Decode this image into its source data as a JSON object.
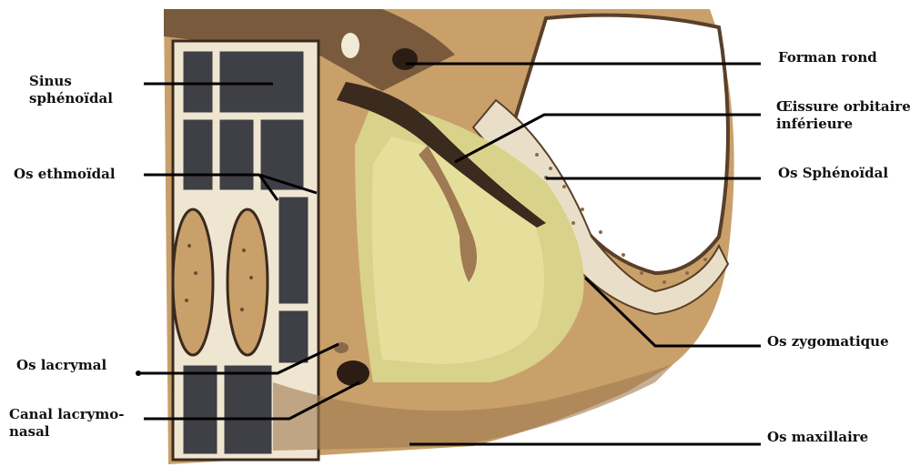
{
  "labels": {
    "sinus_sphenoidal": {
      "line1": "Sinus",
      "line2": "sphénoïdal"
    },
    "os_ethmoidal": "Os ethmoïdal",
    "os_lacrymal": "Os lacrymal",
    "canal_lacrymonasal": {
      "line1": "Canal lacrymo-",
      "line2": "nasal"
    },
    "forman_rond": "Forman rond",
    "fissure_orbitaire": {
      "line1": "Œissure orbitaire",
      "line2": "inférieure"
    },
    "os_sphenoidal": "Os Sphénoïdal",
    "os_zygomatique": "Os zygomatique",
    "os_maxillaire": "Os maxillaire"
  }
}
